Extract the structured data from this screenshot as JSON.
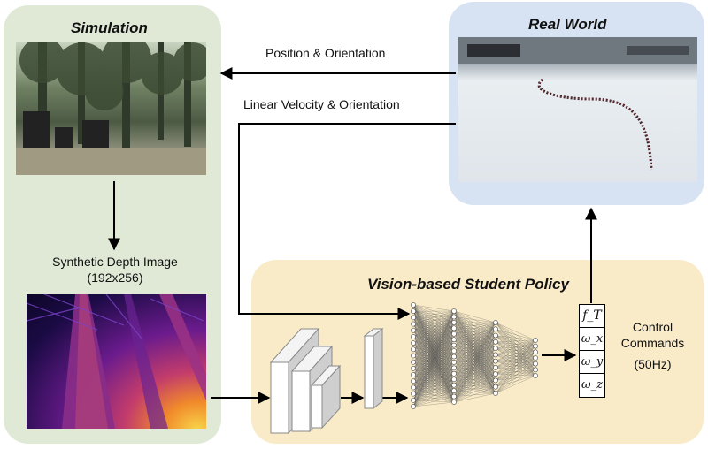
{
  "simulation": {
    "title": "Simulation",
    "depth_label_line1": "Synthetic Depth Image",
    "depth_label_line2": "(192x256)"
  },
  "real_world": {
    "title": "Real World"
  },
  "policy": {
    "title": "Vision-based Student Policy"
  },
  "arrows": {
    "position_orientation": "Position & Orientation",
    "velocity_orientation": "Linear Velocity & Orientation"
  },
  "outputs": {
    "symbols": [
      "f_T",
      "ω_x",
      "ω_y",
      "ω_z"
    ],
    "label_line1": "Control",
    "label_line2": "Commands",
    "label_line3": "(50Hz)"
  },
  "colors": {
    "sim_bg": "#dfe9d6",
    "real_bg": "#d7e3f2",
    "policy_bg": "#f9ebc8"
  }
}
